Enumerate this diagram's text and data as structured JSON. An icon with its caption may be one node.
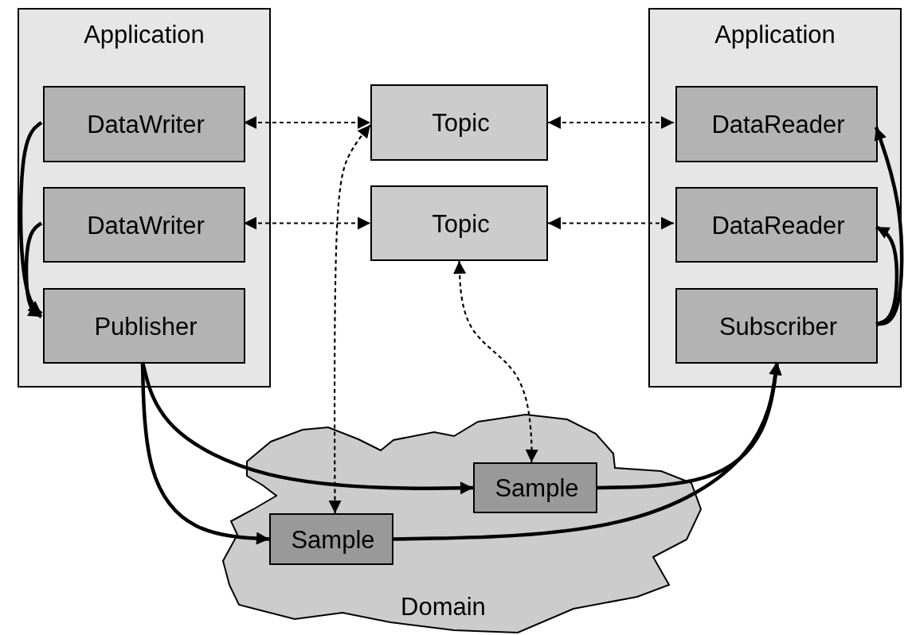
{
  "diagram": {
    "nodes": [
      {
        "text": [
          "Application"
        ]
      },
      {
        "text": [
          "DataWriter"
        ],
        "in": 0
      },
      {
        "text": [
          "DataWriter"
        ],
        "in": 0
      },
      {
        "text": [
          "Publisher"
        ],
        "in": 0
      },
      {
        "text": [
          "Topic"
        ]
      },
      {
        "text": [
          "Topic"
        ]
      },
      {
        "text": [
          "Application"
        ]
      },
      {
        "text": [
          "DataReader"
        ],
        "in": 6
      },
      {
        "text": [
          "DataReader"
        ],
        "in": 6
      },
      {
        "text": [
          "Subscriber"
        ],
        "in": 6
      },
      {
        "text": [
          "Domain"
        ]
      },
      {
        "text": [
          "Sample"
        ],
        "in": 10
      },
      {
        "text": [
          "Sample"
        ],
        "in": 10
      }
    ],
    "edges": [
      {
        "from": 1,
        "to": 3,
        "arrow": "to"
      },
      {
        "from": 2,
        "to": 3,
        "arrow": "to"
      },
      {
        "from": 3,
        "to": 12,
        "arrow": "to"
      },
      {
        "from": 3,
        "to": 11,
        "arrow": "to"
      },
      {
        "from": 11,
        "to": 9,
        "arrow": "to"
      },
      {
        "from": 12,
        "to": 9,
        "arrow": "to"
      },
      {
        "from": 9,
        "to": 7,
        "arrow": "to"
      },
      {
        "from": 9,
        "to": 8,
        "arrow": "to"
      },
      {
        "from": 1,
        "to": 4,
        "arrow": "both",
        "style": "dashed"
      },
      {
        "from": 2,
        "to": 5,
        "arrow": "both",
        "style": "dashed"
      },
      {
        "from": 4,
        "to": 7,
        "arrow": "both",
        "style": "dashed"
      },
      {
        "from": 5,
        "to": 8,
        "arrow": "both",
        "style": "dashed"
      },
      {
        "from": 4,
        "to": 12,
        "arrow": "both",
        "style": "dashed"
      },
      {
        "from": 5,
        "to": 11,
        "arrow": "both",
        "style": "dashed"
      }
    ]
  }
}
